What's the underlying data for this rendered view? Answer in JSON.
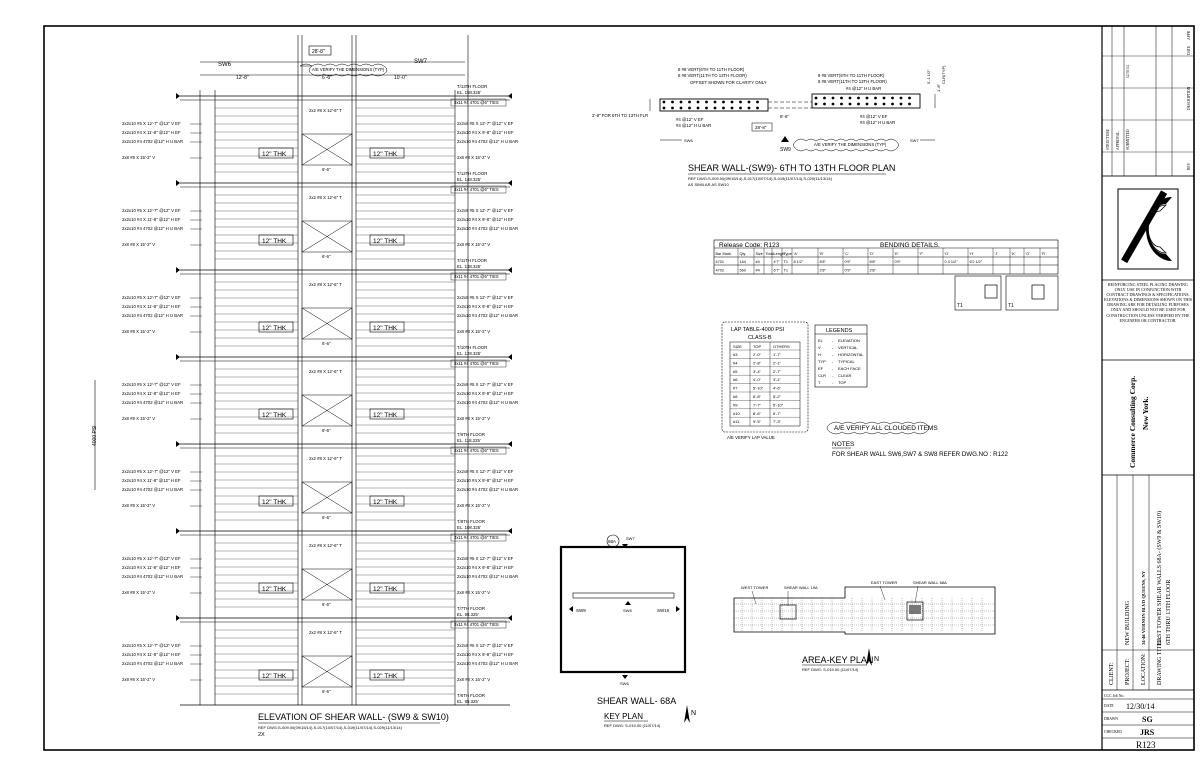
{
  "elevation": {
    "sw6": "SW6",
    "sw7": "SW7",
    "dims": [
      "12'-8\"",
      "6'-6\"",
      "10'-0\"",
      "28'-8\""
    ],
    "verify_dims": "A/E VERIFY THE DIMENSIONS (TYP)",
    "verify_opening": "A/E VERIFY OPENING WIDTH (TYP)",
    "thk": "12\" THK",
    "left_notes": [
      "2x2x10 #5 X 12'-7\" @12\" V EF",
      "2x2x10 #4 X 11'-8\" @12\" H EF",
      "2x2x10 #4 4702 @12\" H U BAR",
      "2x8 #8 X 15'-2\" V"
    ],
    "right_notes": [
      "2x2x8 #5 X 12'-7\" @12\" V EF",
      "2x2x10 #4 X 9'-8\" @12\" H EF",
      "2x2x10 #4 4702 @12\" H U BAR",
      "2x8 #8 X 15'-2\" V"
    ],
    "floors": [
      {
        "name": "T/13TH FLOOR",
        "el": "EL. 158.325'"
      },
      {
        "name": "T/12TH FLOOR",
        "el": "EL. 148.325'"
      },
      {
        "name": "T/11TH FLOOR",
        "el": "EL. 138.325'"
      },
      {
        "name": "T/10TH FLOOR",
        "el": "EL. 128.325'"
      },
      {
        "name": "T/9TH FLOOR",
        "el": "EL. 118.325'"
      },
      {
        "name": "T/8TH FLOOR",
        "el": "EL. 108.325'"
      },
      {
        "name": "T/7TH FLOOR",
        "el": "EL. 98.325'"
      },
      {
        "name": "T/6TH FLOOR",
        "el": "EL. 88.325'"
      }
    ],
    "ties": "3x11 #4 4701 @6\" TIES",
    "center_bar": "2x2 #8 X 12'-6\" T",
    "side_label": "4000 PSI",
    "title": "ELEVATION OF SHEAR WALL- (SW9 & SW10)",
    "ref": "REF DWG:S-009.00(09/15/14),S-017(10/07/14),S-019(11/07/14),S-029(11/13/14)",
    "scale": "2X"
  },
  "plan": {
    "notes": [
      "8 #8 VERT(6TH TO 11TH FLOOR)",
      "8 #8 VERT(11TH TO 13TH FLOOR)",
      "OFFSET SHOWN FOR CLARITY ONLY"
    ],
    "notes_right": [
      "8 #8 VERT(6TH TO 11TH FLOOR)",
      "8 #8 VERT(11TH TO 13TH FLOOR)",
      "#4 @12\" H U BAR"
    ],
    "side": "2'-8\" FOR 6TH TO 13TH FLR",
    "bar_notes": [
      "#4 @12\" V EF",
      "#4 @12\" H U BAR"
    ],
    "sw9": "SW9",
    "sw6": "SW6",
    "sw7": "SW7",
    "dims": [
      "6'-6\"",
      "28'-8\"",
      "1'-8\"",
      "5'-1 1/2\"",
      "CLR(TYP)"
    ],
    "verify": "A/E VERIFY THE DIMENSIONS (TYP)",
    "title": "SHEAR WALL-(SW9)- 6TH TO 13TH FLOOR PLAN",
    "ref": "REF DWG:S-009.00(09/15/14),S-017(10/07/14),S-019(11/07/14),S-029(11/13/14)",
    "similar": "AS SIMILAR AS SW10"
  },
  "bending": {
    "release": "Release Code: R123",
    "title": "BENDING DETAILS.",
    "headers": [
      "Bar Mark",
      "Qty",
      "Size",
      "Total",
      "Length",
      "Type",
      "'A'",
      "'B'",
      "'C'",
      "'D'",
      "'E'",
      "'F'",
      "'G'",
      "'H'",
      "'J'",
      "'K'",
      "'O'",
      "'R'"
    ],
    "rows": [
      [
        "4701",
        "164",
        "#4",
        "",
        "4'7\"",
        "T1",
        "8 1/2\"",
        "8'8\"",
        "0'9\"",
        "8'8\"",
        "0'9\"",
        "",
        "0 4 1/2\"",
        "6'2 1/2\"",
        "",
        "",
        "",
        ""
      ],
      [
        "4702",
        "560",
        "#4",
        "",
        "6'7\"",
        "T1",
        "",
        "2'8\"",
        "0'9\"",
        "2'8\"",
        "",
        "",
        "",
        "",
        "",
        "",
        "",
        ""
      ]
    ],
    "t1": "T1"
  },
  "lap": {
    "title": "LAP TABLE-4000 PSI",
    "class": "CLASS-B",
    "headers": [
      "SIZE",
      "TOP",
      "OTHERS"
    ],
    "rows": [
      [
        "#3",
        "2'-0\"",
        "1'-7\""
      ],
      [
        "#4",
        "2'-8\"",
        "2'-1\""
      ],
      [
        "#5",
        "3'-4\"",
        "2'-7\""
      ],
      [
        "#6",
        "4'-0\"",
        "3'-1\""
      ],
      [
        "#7",
        "5'-10\"",
        "4'-6\""
      ],
      [
        "#8",
        "6'-8\"",
        "5'-2\""
      ],
      [
        "#9",
        "7'-7\"",
        "5'-10\""
      ],
      [
        "#10",
        "8'-6\"",
        "6'-7\""
      ],
      [
        "#11",
        "9'-5\"",
        "7'-3\""
      ]
    ],
    "verify": "A/E VERIFY LAP VALUE"
  },
  "legends": {
    "title": "LEGENDS",
    "items": [
      [
        "EL",
        "-",
        "ELEVATION"
      ],
      [
        "V",
        "-",
        "VERTICAL"
      ],
      [
        "H",
        "-",
        "HORIZONTAL"
      ],
      [
        "TYP",
        "-",
        "TYPICAL"
      ],
      [
        "EF",
        "-",
        "EACH FACE"
      ],
      [
        "CLR",
        "-",
        "CLEAR"
      ],
      [
        "T",
        "-",
        "TOP"
      ]
    ]
  },
  "verify_clouded": "A/E VERIFY ALL CLOUDED ITEMS",
  "notes": {
    "title": "NOTES",
    "text": "FOR SHEAR WALL SW6,SW7 & SW8 REFER DWG.NO : R122"
  },
  "keyplan": {
    "tag": "68A",
    "sw7": "SW7",
    "sw9": "SW9",
    "sw8": "SW8",
    "sw10": "SW10",
    "sw6": "SW6",
    "title": "SHEAR WALL- 68A",
    "subtitle": "KEY PLAN",
    "ref": "REF DWG: S-019.00 (11/07/14)",
    "north": "N"
  },
  "areakey": {
    "west": "WEST TOWER",
    "sw19a": "SHEAR WALL 19A",
    "east": "EAST TOWER",
    "sw68a": "SHEAR WALL 68A",
    "title": "AREA-KEY PLAN",
    "ref": "REF DWG: S-019.00 (11/07/14)",
    "north": "N"
  },
  "titleblock": {
    "rev_headers": [
      "REV",
      "DESCRIPTION",
      "DATE",
      "APPR"
    ],
    "rev_rows": [
      [
        "",
        "STRUCTURE",
        "",
        ""
      ],
      [
        "",
        "APPROVAL",
        "",
        ""
      ],
      [
        "",
        "SUBMITTED",
        "12/30/14",
        ""
      ]
    ],
    "note": "REINFORCING STEEL PLACING DRAWING ONLY. USE IN CONJUNCTION WITH CONTRACT DRAWINGS & SPECIFICATIONS. ELEVATIONS & DIMENSIONS SHOWN ON THIS DRAWING ARE FOR DETAILING PURPOSES ONLY AND SHOULD NOT BE USED FOR CONSTRUCTION UNLESS VERIFIED BY THE ENGINEER OR CONTRACTOR.",
    "company": "Commerce Consulting Corp.",
    "city": "New York.",
    "client_label": "CLIENT:",
    "project_label": "PROJECT:",
    "project": "NEW BUILDING",
    "location_label": "LOCATION:",
    "location": "34-46 VERNON BLVD QUEENS, NY",
    "title_label": "DRAWING TITLE:",
    "title": "EAST TOWER SHEAR WALLS 68A- (SW9 & SW10)",
    "title2": "6TH THRU 13TH FLOOR",
    "job_label": "CCC Job No.",
    "date_label": "DATE",
    "date": "12/30/14",
    "drawn_label": "DRAWN",
    "drawn": "SG",
    "checked_label": "CHECKED",
    "checked": "JRS",
    "dwg": "R123"
  }
}
